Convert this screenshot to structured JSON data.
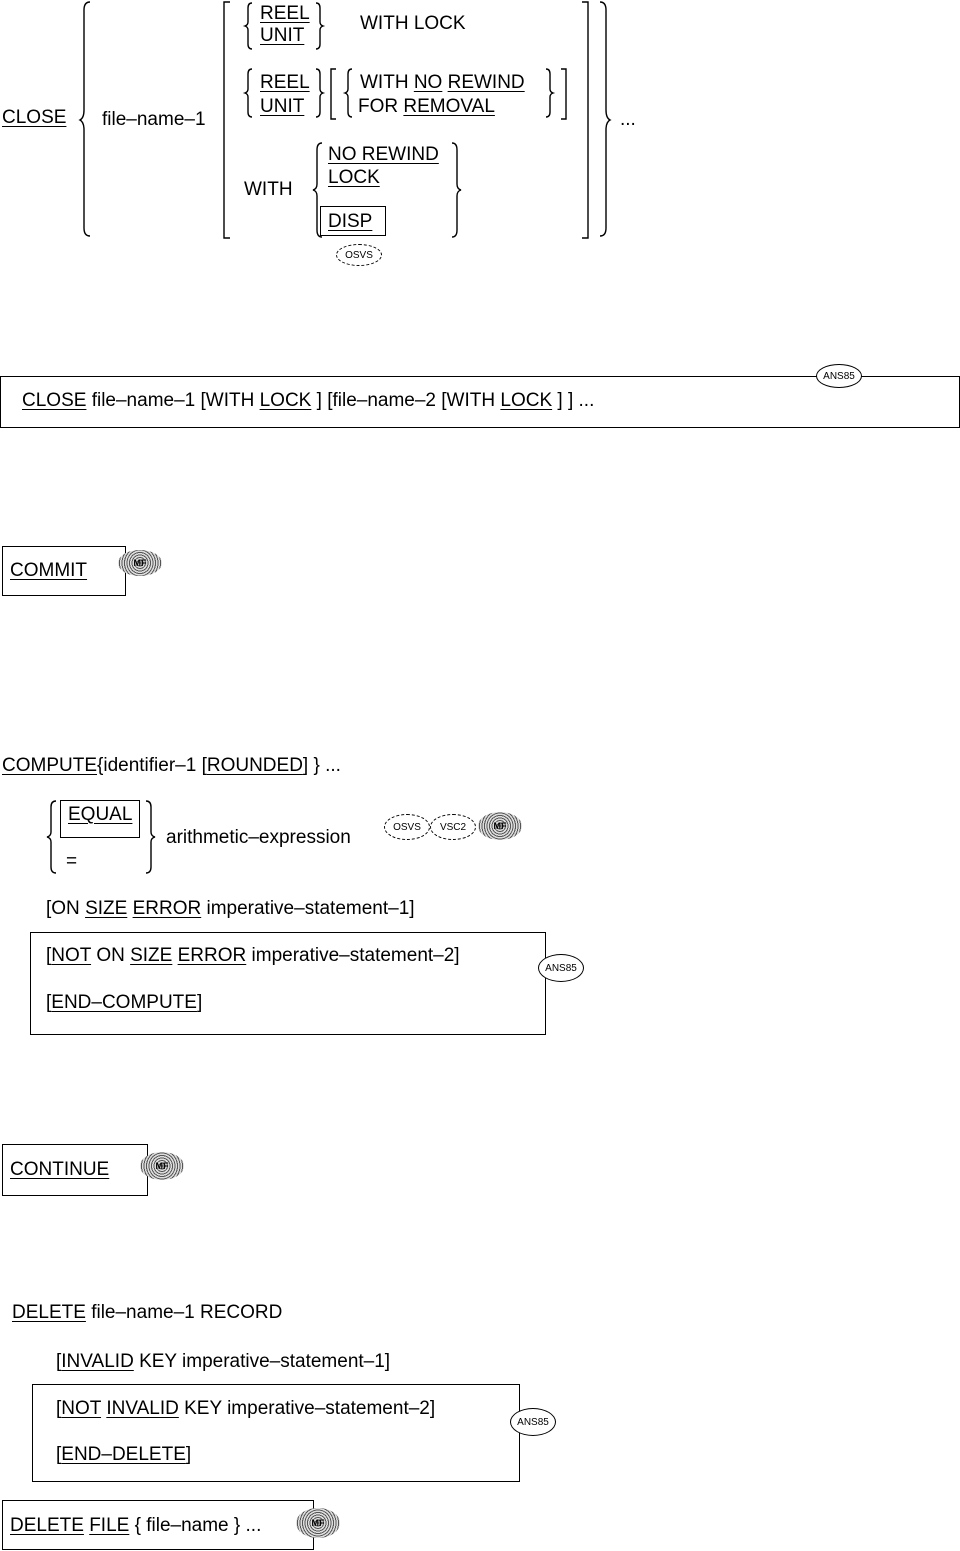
{
  "close": {
    "verb": "CLOSE",
    "file_name_1": "file–name–1",
    "reel": "REEL",
    "unit": "UNIT",
    "with_lock": "WITH LOCK",
    "reel2": "REEL",
    "unit2": "UNIT",
    "with_no_rewind": "WITH NO REWIND",
    "for_removal": "FOR REMOVAL",
    "with": "WITH",
    "no_rewind": "NO REWIND",
    "lock": "LOCK",
    "disp": "DISP",
    "osvs": "OSVS",
    "ellipsis": "..."
  },
  "close_ans85": {
    "verb": "CLOSE",
    "text_a": "file–name–1 [WITH",
    "lock": "LOCK",
    "text_b": "] [file–name–2  [WITH",
    "lock2": "LOCK",
    "text_c": "]  ] ...",
    "badge": "ANS85"
  },
  "commit": {
    "verb": "COMMIT",
    "badge": "MF"
  },
  "compute": {
    "verb": "COMPUTE",
    "identifier": "{identifier–1 [",
    "rounded": "ROUNDED",
    "identifier_end": "] } ...",
    "equal": "EQUAL",
    "eq_sign": "=",
    "arith": "arithmetic–expression",
    "badge_osvs": "OSVS",
    "badge_vsc2": "VSC2",
    "badge_mf": "MF",
    "on": "[ON",
    "size": "SIZE",
    "error": "ERROR",
    "imp1": "imperative–statement–1]",
    "not_open": "[",
    "not": "NOT",
    "on2": "ON",
    "size2": "SIZE",
    "error2": "ERROR",
    "imp2": "imperative–statement–2]",
    "end_open": "[",
    "end_compute": "END–COMPUTE",
    "end_close": "]",
    "badge_ans": "ANS85"
  },
  "continue": {
    "verb": "CONTINUE",
    "badge": "MF"
  },
  "delete": {
    "verb": "DELETE",
    "rest": "file–name–1 RECORD",
    "inv_open": "[",
    "invalid": "INVALID",
    "inv_rest": "KEY imperative–statement–1]",
    "not_open": "[",
    "not": "NOT",
    "invalid2": "INVALID",
    "not_rest": "KEY imperative–statement–2]",
    "end_open": "[",
    "end_delete": "END–DELETE",
    "end_close": "]",
    "badge_ans": "ANS85"
  },
  "delete_file": {
    "verb": "DELETE",
    "file": "FILE",
    "rest": "{ file–name } ...",
    "badge": "MF"
  }
}
